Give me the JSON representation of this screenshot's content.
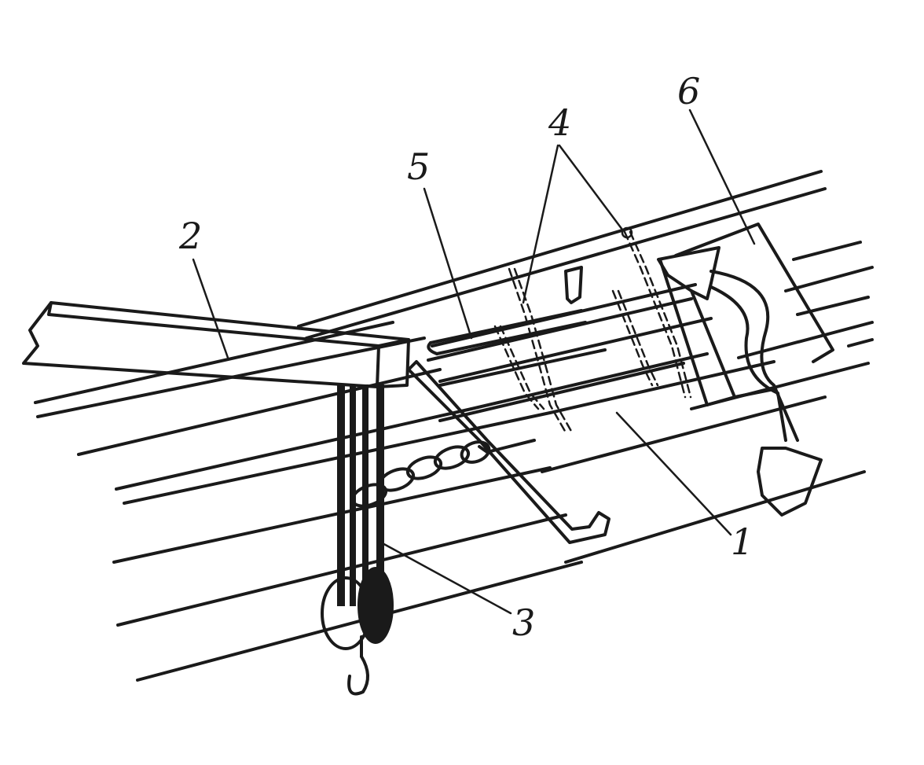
{
  "labels": {
    "l1": "1",
    "l2": "2",
    "l3": "3",
    "l4": "4",
    "l5": "5",
    "l6": "6"
  },
  "colors": {
    "ink": "#1a1a1a",
    "paper": "#ffffff"
  }
}
